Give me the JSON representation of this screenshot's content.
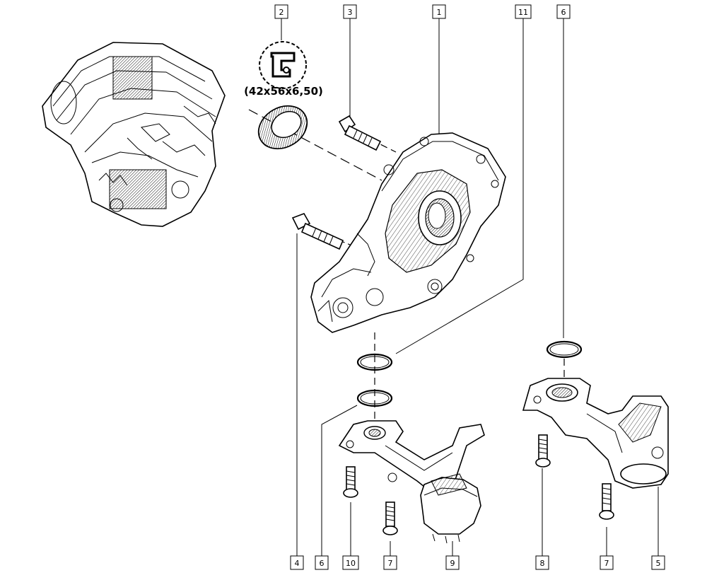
{
  "seal_size": "(42x56x6,50)",
  "callouts": {
    "top": [
      "2",
      "3",
      "1",
      "11",
      "6"
    ],
    "bottom": [
      "4",
      "6",
      "10",
      "7",
      "9",
      "8",
      "7",
      "5"
    ]
  }
}
